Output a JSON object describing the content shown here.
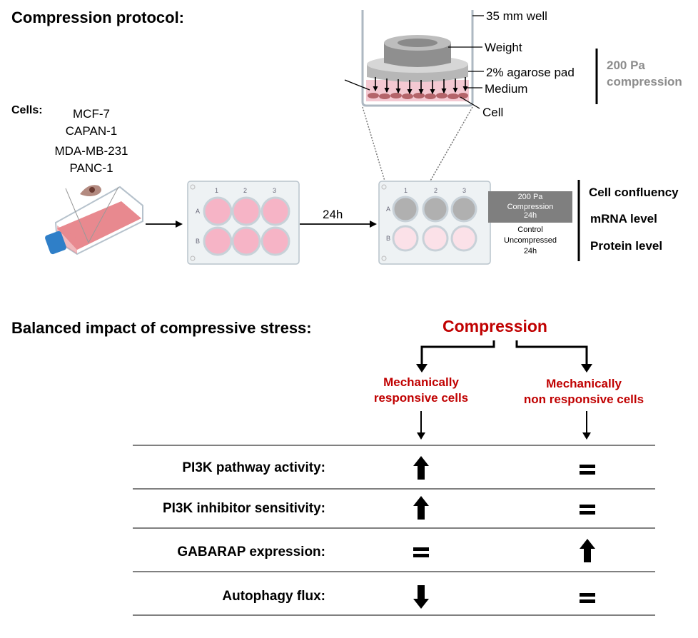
{
  "protocol": {
    "title": "Compression protocol:",
    "cells_label": "Cells:",
    "cell_lines": [
      "MCF-7",
      "CAPAN-1",
      "MDA-MB-231",
      "PANC-1"
    ],
    "time_label": "24h",
    "well_labels": {
      "well": "35 mm well",
      "weight": "Weight",
      "agarose": "2% agarose pad",
      "medium": "Medium",
      "cell": "Cell"
    },
    "compression_label": [
      "200 Pa",
      "compression"
    ],
    "plate_columns": [
      "1",
      "2",
      "3"
    ],
    "plate_rows": [
      "A",
      "B"
    ],
    "compressed_box": [
      "200 Pa",
      "Compression",
      "24h"
    ],
    "control_box": [
      "Control",
      "Uncompressed",
      "24h"
    ],
    "readouts": [
      "Cell confluency",
      "mRNA level",
      "Protein level"
    ]
  },
  "impact": {
    "title": "Balanced impact of compressive stress:",
    "compression": "Compression",
    "responsive": [
      "Mechanically",
      "responsive cells"
    ],
    "non_responsive": [
      "Mechanically",
      "non responsive cells"
    ],
    "rows": [
      {
        "label": "PI3K pathway activity:",
        "responsive": "up",
        "non_responsive": "equal"
      },
      {
        "label": "PI3K inhibitor sensitivity:",
        "responsive": "up",
        "non_responsive": "equal"
      },
      {
        "label": "GABARAP expression:",
        "responsive": "equal",
        "non_responsive": "up"
      },
      {
        "label": "Autophagy flux:",
        "responsive": "down",
        "non_responsive": "equal"
      }
    ]
  },
  "colors": {
    "accent_red": "#c00000",
    "pink_well": "#f6b4c6",
    "light_pink_well": "#fbe1e8",
    "gray_well": "#b0b0b0",
    "flask_medium": "#e8898f",
    "cap_blue": "#2f7fc8"
  }
}
